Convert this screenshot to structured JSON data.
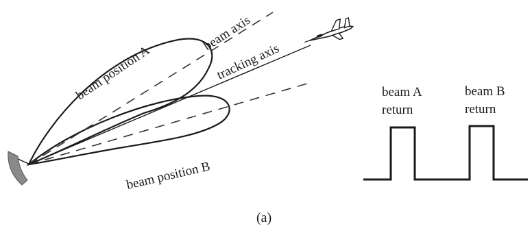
{
  "figure": {
    "caption": "(a)",
    "labels": {
      "beam_position_a": "beam position A",
      "beam_position_b": "beam position B",
      "beam_axis": "beam axis",
      "tracking_axis": "tracking axis",
      "beam_a_return_line1": "beam A",
      "beam_a_return_line2": "return",
      "beam_b_return_line1": "beam B",
      "beam_b_return_line2": "return"
    },
    "icons": {
      "antenna": "radar-dish-icon",
      "target": "jet-aircraft-icon"
    },
    "colors": {
      "ink": "#1a1a1a",
      "dish": "#8a8a8a"
    }
  }
}
